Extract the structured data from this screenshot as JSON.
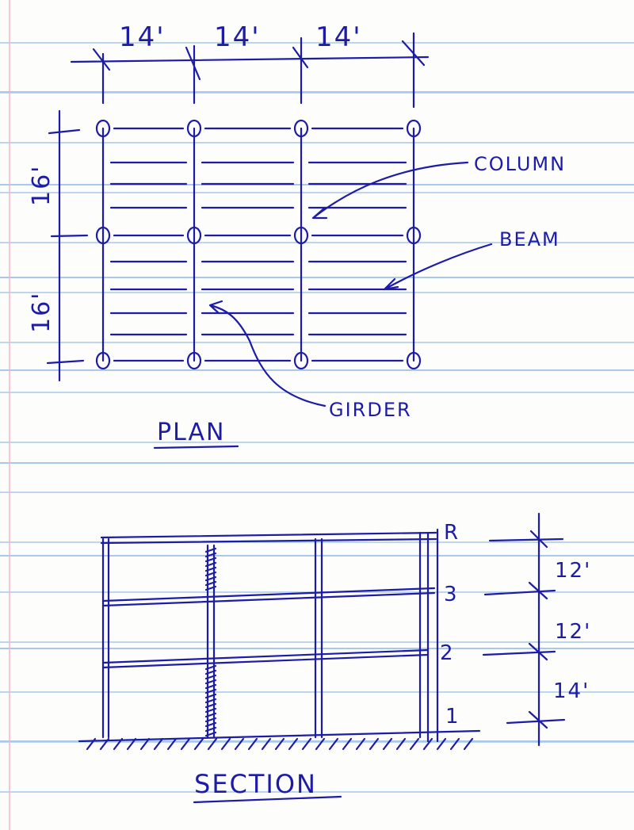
{
  "plan": {
    "title": "PLAN",
    "span_labels": [
      "14'",
      "14'",
      "14'"
    ],
    "bay_labels": [
      "16'",
      "16'"
    ],
    "callouts": {
      "column": "COLUMN",
      "beam": "BEAM",
      "girder": "GIRDER"
    }
  },
  "section": {
    "title": "SECTION",
    "levels": [
      "R",
      "3",
      "2",
      "1"
    ],
    "story_heights": [
      "12'",
      "12'",
      "14'"
    ]
  },
  "colors": {
    "ink": "#1c1ca8",
    "rule": "#a9c8ea",
    "margin": "#f2b6c8"
  }
}
